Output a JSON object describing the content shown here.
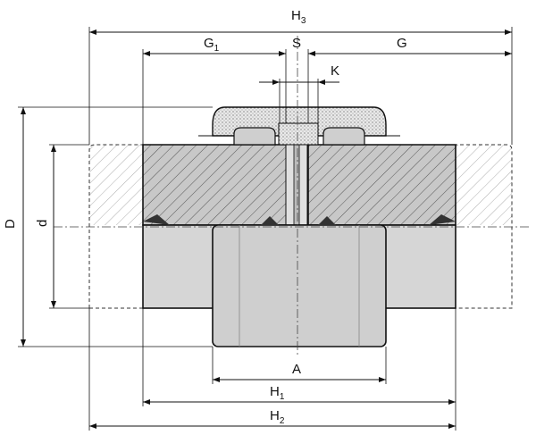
{
  "labels": {
    "H3": {
      "main": "H",
      "sub": "3"
    },
    "G1": {
      "main": "G",
      "sub": "1"
    },
    "S": {
      "main": "S",
      "sub": ""
    },
    "G": {
      "main": "G",
      "sub": ""
    },
    "K": {
      "main": "K",
      "sub": ""
    },
    "D": {
      "main": "D",
      "sub": ""
    },
    "d": {
      "main": "d",
      "sub": ""
    },
    "A": {
      "main": "A",
      "sub": ""
    },
    "H1": {
      "main": "H",
      "sub": "1"
    },
    "H2": {
      "main": "H",
      "sub": "2"
    }
  },
  "colors": {
    "line": "#111111",
    "hub_fill": "#c8c8c8",
    "bore_fill": "#d6d6d6",
    "stipple_fill": "#e6e6e6",
    "hatch": "#555555"
  }
}
